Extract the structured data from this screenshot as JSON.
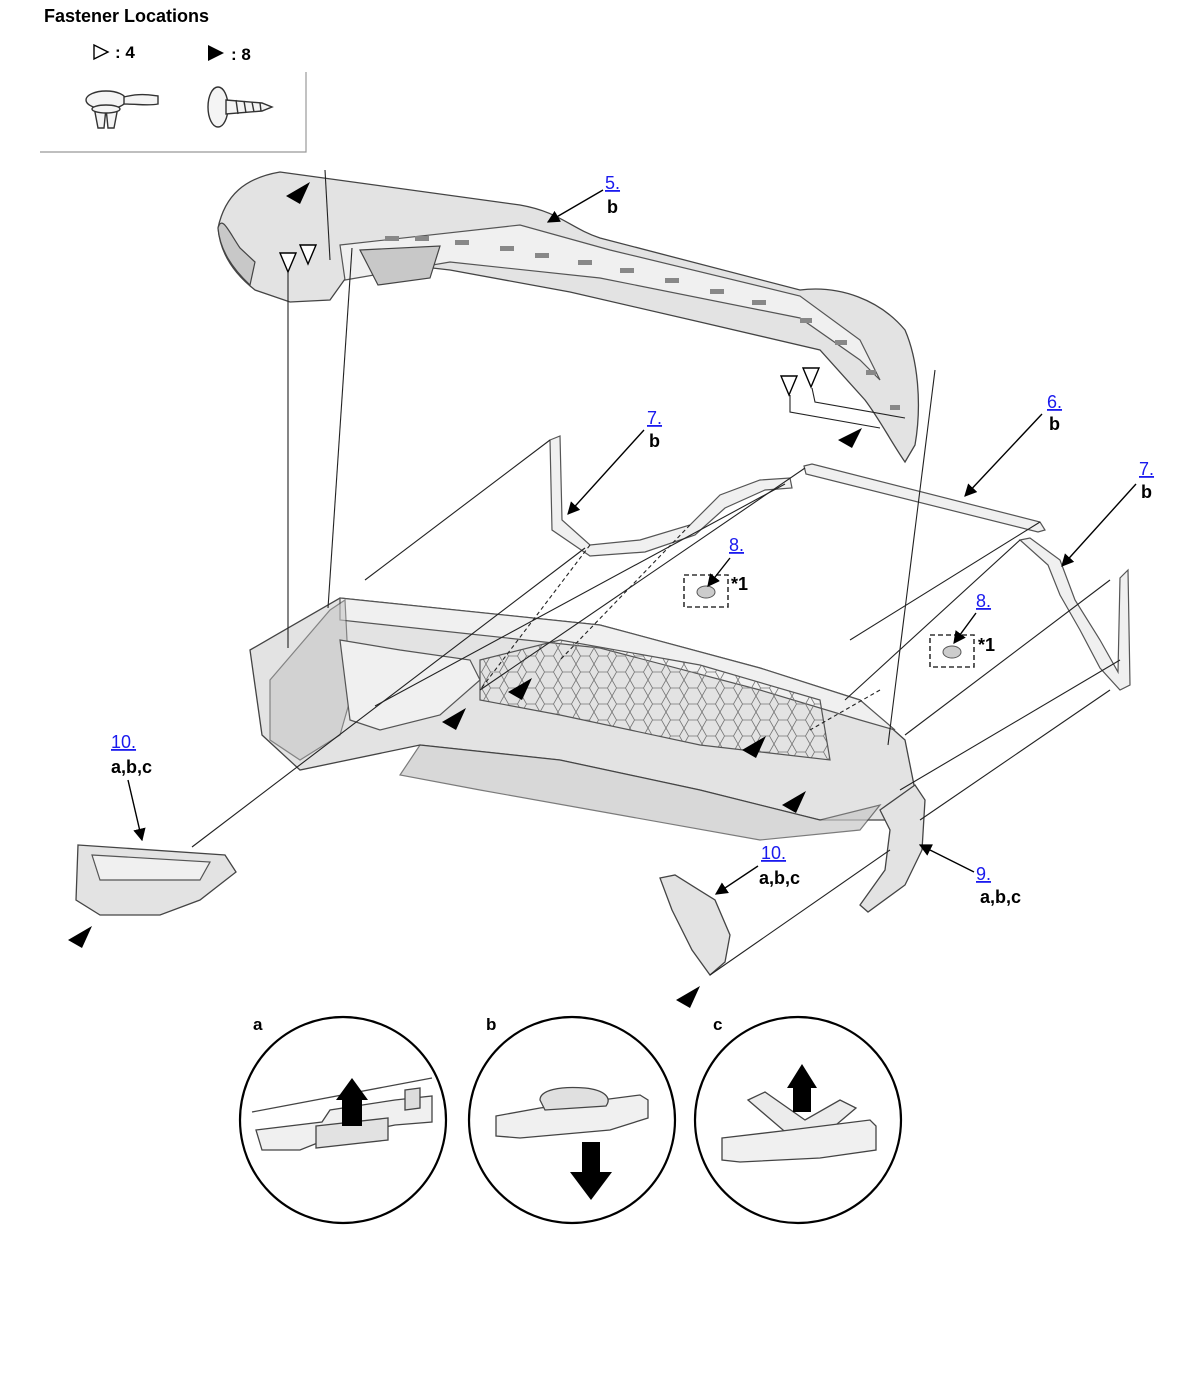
{
  "title": "Fastener Locations",
  "legend": {
    "clip": {
      "symbol": "open-triangle-icon",
      "count": ": 4"
    },
    "screw": {
      "symbol": "filled-triangle-icon",
      "count": ": 8"
    }
  },
  "callouts": [
    {
      "id": "5",
      "num": "5.",
      "sub": "b"
    },
    {
      "id": "6",
      "num": "6.",
      "sub": "b"
    },
    {
      "id": "7a",
      "num": "7.",
      "sub": "b"
    },
    {
      "id": "7b",
      "num": "7.",
      "sub": "b"
    },
    {
      "id": "8a",
      "num": "8.",
      "sub": "*1"
    },
    {
      "id": "8b",
      "num": "8.",
      "sub": "*1"
    },
    {
      "id": "9",
      "num": "9.",
      "sub": "a,b,c"
    },
    {
      "id": "10a",
      "num": "10.",
      "sub": "a,b,c"
    },
    {
      "id": "10b",
      "num": "10.",
      "sub": "a,b,c"
    }
  ],
  "detail_panels": [
    {
      "letter": "a",
      "arrow": "up"
    },
    {
      "letter": "b",
      "arrow": "down"
    },
    {
      "letter": "c",
      "arrow": "up"
    }
  ]
}
